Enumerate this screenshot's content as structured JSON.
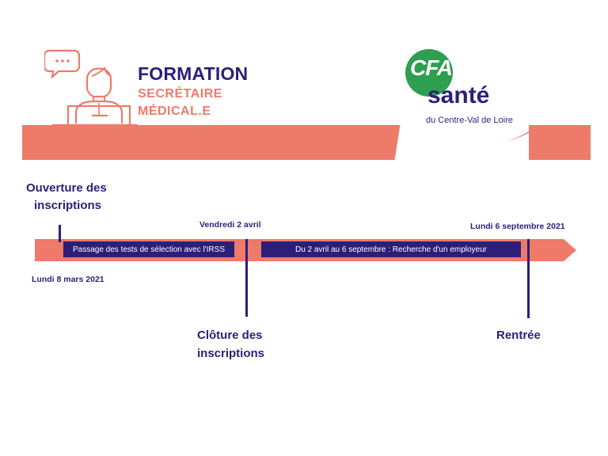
{
  "header": {
    "title": "FORMATION",
    "subtitle_line1": "SECRÉTAIRE",
    "subtitle_line2": "MÉDICAL.E",
    "icon": "receptionist-icon",
    "speech_icon": "speech-bubble-icon"
  },
  "logo": {
    "acronym": "CFA",
    "name": "santé",
    "region": "du Centre-Val de Loire"
  },
  "colors": {
    "primary": "#2d1e7a",
    "accent": "#ee7a6a",
    "logo_green": "#2e9e4f"
  },
  "timeline": {
    "events": [
      {
        "label_line1": "Ouverture des",
        "label_line2": "inscriptions",
        "date": "Lundi 8 mars 2021"
      },
      {
        "label_line1": "Clôture des",
        "label_line2": "inscriptions",
        "date": "Vendredi 2 avril"
      },
      {
        "label_line1": "Rentrée",
        "date": "Lundi 6 septembre 2021"
      }
    ],
    "phases": [
      {
        "label": "Passage des tests de sélection avec l'IRSS"
      },
      {
        "label": "Du 2 avril au 6 septembre : Recherche d'un employeur"
      }
    ]
  }
}
